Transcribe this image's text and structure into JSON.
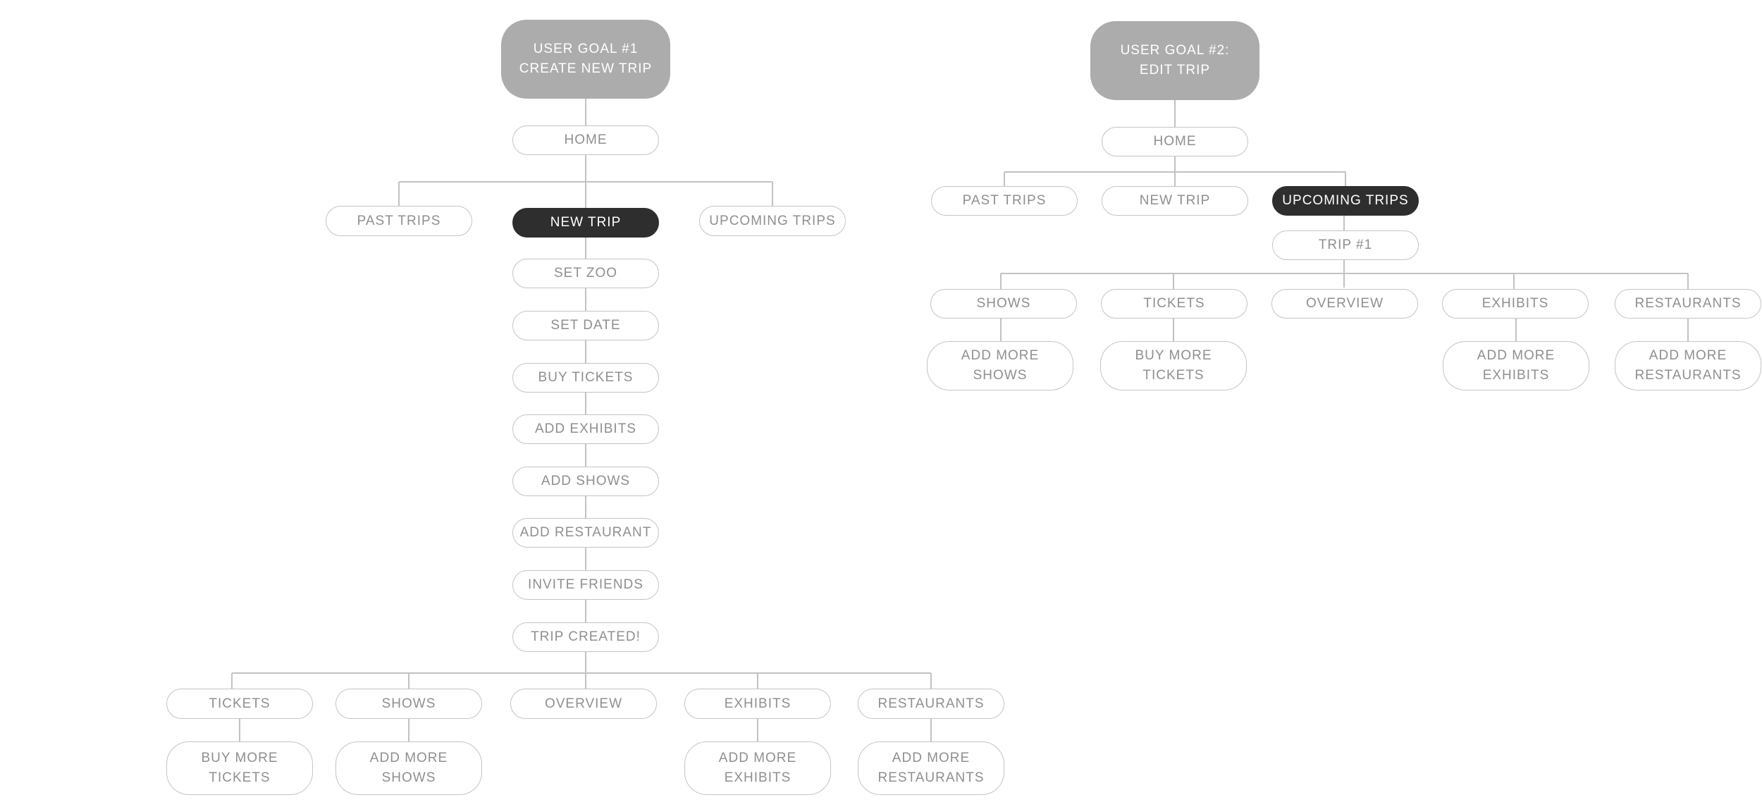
{
  "diagram": {
    "goal1": {
      "goal": "USER GOAL #1\nCREATE NEW TRIP",
      "home": "HOME",
      "past_trips": "PAST TRIPS",
      "new_trip": "NEW TRIP",
      "upcoming_trips": "UPCOMING TRIPS",
      "set_zoo": "SET ZOO",
      "set_date": "SET DATE",
      "buy_tickets": "BUY TICKETS",
      "add_exhibits": "ADD EXHIBITS",
      "add_shows": "ADD SHOWS",
      "add_restaurant": "ADD RESTAURANT",
      "invite_friends": "INVITE FRIENDS",
      "trip_created": "TRIP CREATED!",
      "tickets": "TICKETS",
      "shows": "SHOWS",
      "overview": "OVERVIEW",
      "exhibits": "EXHIBITS",
      "restaurants": "RESTAURANTS",
      "buy_more_tickets": "BUY MORE\nTICKETS",
      "add_more_shows": "ADD MORE\nSHOWS",
      "add_more_exhibits": "ADD MORE\nEXHIBITS",
      "add_more_restaurants": "ADD MORE\nRESTAURANTS"
    },
    "goal2": {
      "goal": "USER GOAL #2:\nEDIT TRIP",
      "home": "HOME",
      "past_trips": "PAST TRIPS",
      "new_trip": "NEW TRIP",
      "upcoming_trips": "UPCOMING TRIPS",
      "trip_1": "TRIP #1",
      "shows": "SHOWS",
      "tickets": "TICKETS",
      "overview": "OVERVIEW",
      "exhibits": "EXHIBITS",
      "restaurants": "RESTAURANTS",
      "add_more_shows": "ADD MORE\nSHOWS",
      "buy_more_tickets": "BUY MORE\nTICKETS",
      "add_more_exhibits": "ADD MORE\nEXHIBITS",
      "add_more_restaurants": "ADD MORE\nRESTAURANTS"
    },
    "colors": {
      "goal_fill": "#acacac",
      "active_fill": "#2e2e2e",
      "node_border": "#c4c4c4",
      "node_text": "#8f8f8f",
      "connector": "#c2c2c2"
    }
  }
}
